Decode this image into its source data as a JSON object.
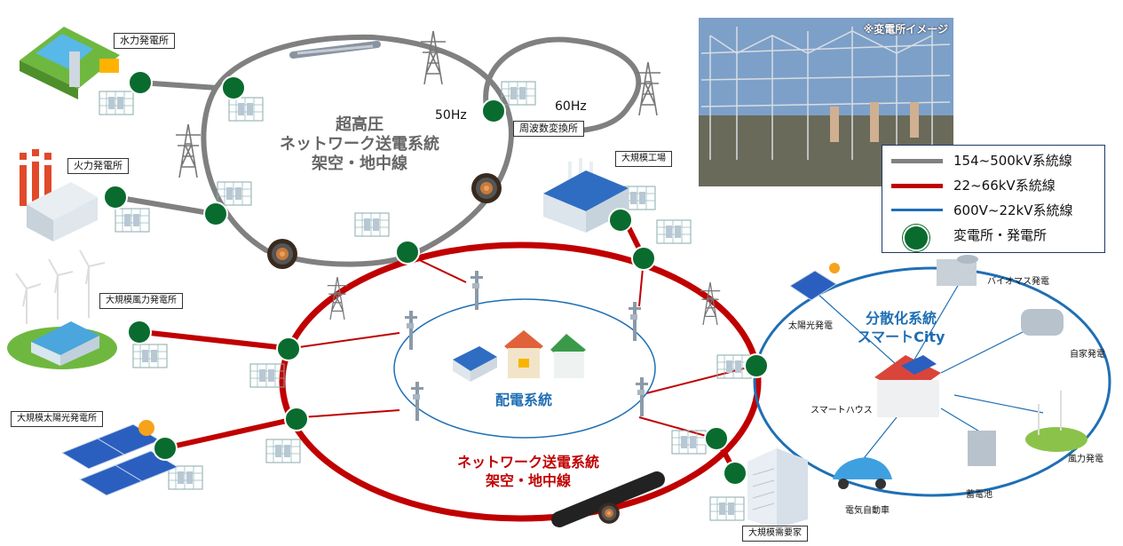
{
  "titles": {
    "backbone": [
      "超高圧",
      "ネットワーク送電系統",
      "架空・地中線"
    ],
    "network": [
      "ネットワーク送電系統",
      "架空・地中線"
    ],
    "distribution": "配電系統",
    "smart": [
      "分散化系統",
      "スマートCity"
    ]
  },
  "facilities": {
    "hydro": "水力発電所",
    "thermal": "火力発電所",
    "wind_large": "大規模風力発電所",
    "solar_large": "大規模太陽光発電所",
    "factory": "大規模工場",
    "consumer": "大規模需要家",
    "fc_converter": "周波数変換所"
  },
  "frequencies": {
    "hz50": "50Hz",
    "hz60": "60Hz"
  },
  "photo_caption": "※変電所イメージ",
  "smart_items": {
    "solar": "太陽光発電",
    "biomass": "バイオマス発電",
    "private": "自家発電",
    "wind": "風力発電",
    "battery": "蓄電池",
    "ev": "電気自動車",
    "house": "スマートハウス"
  },
  "legend": {
    "items": [
      {
        "label": "154~500kV系統線",
        "color": "#808080"
      },
      {
        "label": "22~66kV系統線",
        "color": "#c00000"
      },
      {
        "label": "600V~22kV系統線",
        "color": "#1f6fb4"
      },
      {
        "label": "変電所・発電所",
        "color": "#0a6b2e"
      }
    ]
  },
  "colors": {
    "gray_line": "#808080",
    "red_line": "#c00000",
    "blue_line": "#1f6fb4",
    "node": "#0a6b2e"
  }
}
